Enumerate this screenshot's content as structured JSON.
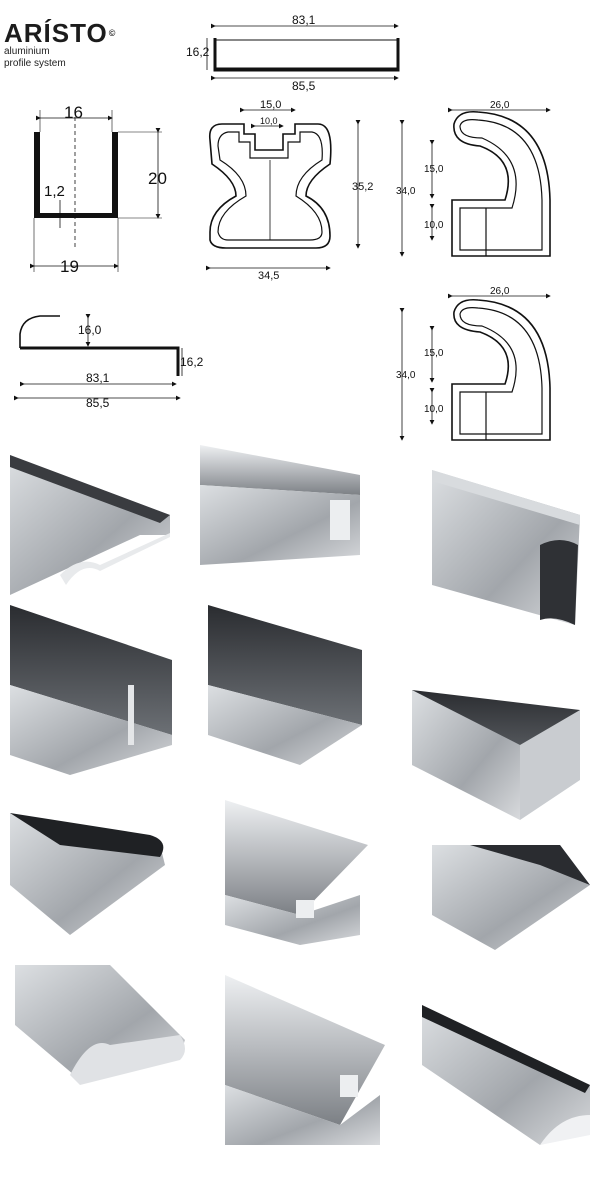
{
  "brand": {
    "name": "ARÍSTO",
    "mark": "©",
    "tagline_1": "aluminium",
    "tagline_2": "profile system"
  },
  "drawings": {
    "top_channel": {
      "width_inner": "83,1",
      "width_outer": "85,5",
      "height": "16,2"
    },
    "u_channel": {
      "top_width": "16",
      "height": "20",
      "wall": "1,2",
      "bottom_width": "19"
    },
    "double_t": {
      "top": "15,0",
      "inner": "10,0",
      "height": "35,2",
      "width": "34,5"
    },
    "round_profile_a": {
      "width": "26,0",
      "height": "34,0",
      "upper": "15,0",
      "lower": "10,0"
    },
    "lip_profile": {
      "lip": "16,0",
      "height": "16,2",
      "width_inner": "83,1",
      "width_outer": "85,5"
    },
    "round_profile_b": {
      "width": "26,0",
      "height": "34,0",
      "upper": "15,0",
      "lower": "10,0"
    }
  },
  "colors": {
    "line": "#111111",
    "metal_light": "#e4e6e8",
    "metal_mid": "#b5b8bc",
    "metal_dark": "#6c7075",
    "shadow": "#2a2c30"
  },
  "photos": [
    {
      "name": "lip-rail-profile-photo"
    },
    {
      "name": "t-slot-profile-photo-1"
    },
    {
      "name": "hourglass-profile-photo"
    },
    {
      "name": "double-channel-profile-photo"
    },
    {
      "name": "u-channel-profile-photo-1"
    },
    {
      "name": "u-channel-profile-photo-2"
    },
    {
      "name": "rounded-lip-profile-photo"
    },
    {
      "name": "t-slot-profile-photo-2"
    },
    {
      "name": "flat-channel-profile-photo"
    },
    {
      "name": "rounded-rail-profile-photo"
    },
    {
      "name": "t-slot-profile-photo-3"
    },
    {
      "name": "rounded-handle-profile-photo"
    }
  ]
}
